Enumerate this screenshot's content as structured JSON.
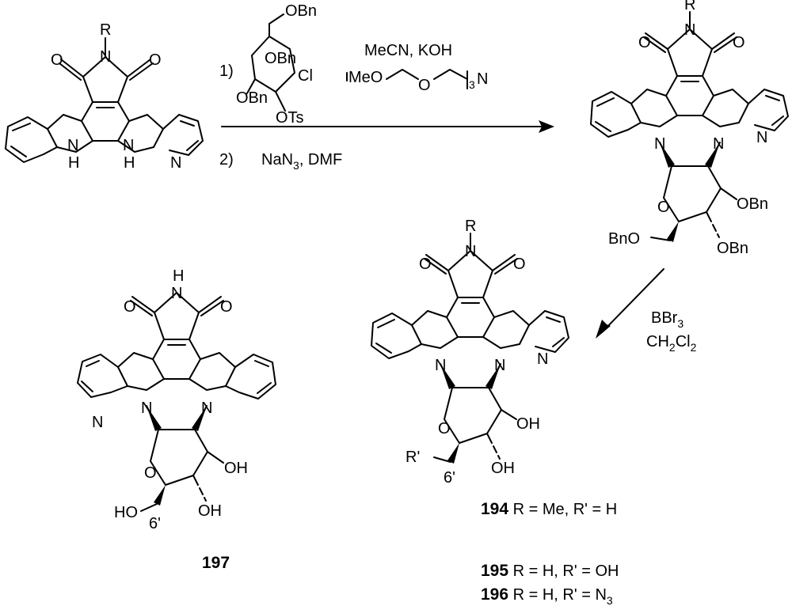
{
  "atoms": {
    "R": "R",
    "O": "O",
    "N": "N",
    "H": "H",
    "OH": "OH",
    "HO": "HO",
    "OBn": "OBn",
    "BnO": "BnO",
    "Cl": "Cl",
    "OTs": "OTs",
    "six_prime": "6'",
    "R_prime": "R'",
    "MeO": "MeO",
    "sub3": "3",
    "sub2": "2",
    "N3": "N"
  },
  "conditions": {
    "step1_number": "1)",
    "step2_number": "2)",
    "reagent_base": "MeCN, KOH",
    "reagent_step2": "NaN",
    "reagent_step2_sub": "3",
    "reagent_step2_tail": ", DMF",
    "reagent_bbr": "BBr",
    "reagent_bbr_sub": "3",
    "reagent_solvent_a": "CH",
    "reagent_solvent_sub1": "2",
    "reagent_solvent_b": "Cl",
    "reagent_solvent_sub2": "2"
  },
  "compounds": {
    "c197": {
      "number": "197"
    },
    "c194": {
      "number": "194",
      "desc": " R = Me, R' = H"
    },
    "c195": {
      "number": "195",
      "desc": " R = H, R' = OH"
    },
    "c196": {
      "number": "196",
      "desc_a": " R = H, R' = N",
      "desc_sub": "3"
    }
  }
}
